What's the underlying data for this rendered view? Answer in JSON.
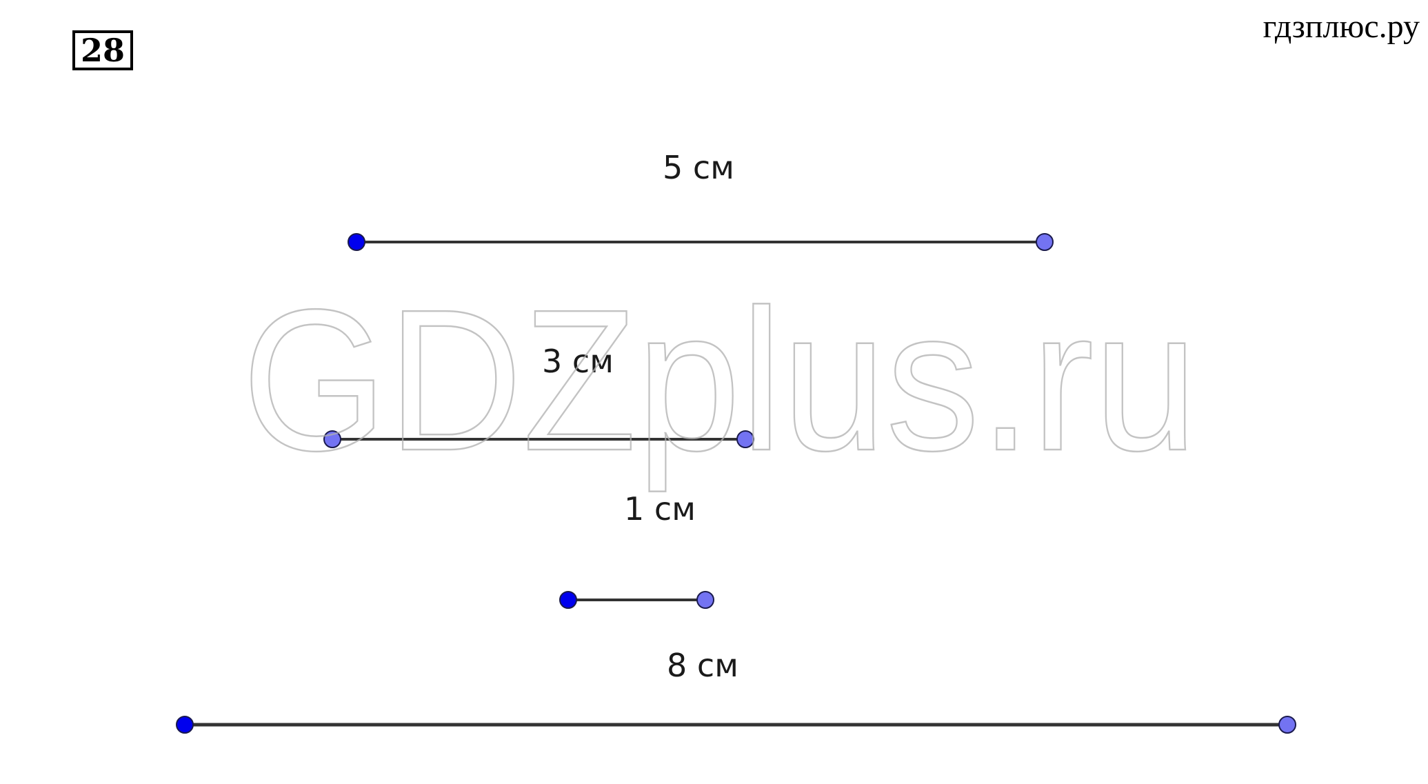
{
  "problem_number": "28",
  "site_label": "гдзплюс.ру",
  "watermark": "GDZplus.ru",
  "colors": {
    "segment": "#333333",
    "start_point": "#0000ee",
    "end_point": "#7373f2",
    "point_outline": "#1a1a4d"
  },
  "segments": [
    {
      "label": "5 см",
      "length_cm": 5
    },
    {
      "label": "3 см",
      "length_cm": 3
    },
    {
      "label": "1 см",
      "length_cm": 1
    },
    {
      "label": "8 см",
      "length_cm": 8
    }
  ]
}
